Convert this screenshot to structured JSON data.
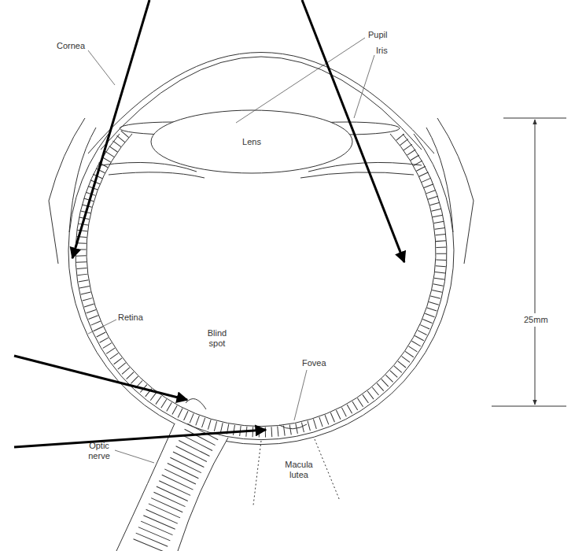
{
  "diagram": {
    "labels": [
      "Cornea",
      "Pupil",
      "Iris",
      "Lens",
      "Retina",
      "Blind spot",
      "Fovea",
      "Optic nerve",
      "Macula lutea",
      "25mm"
    ]
  }
}
